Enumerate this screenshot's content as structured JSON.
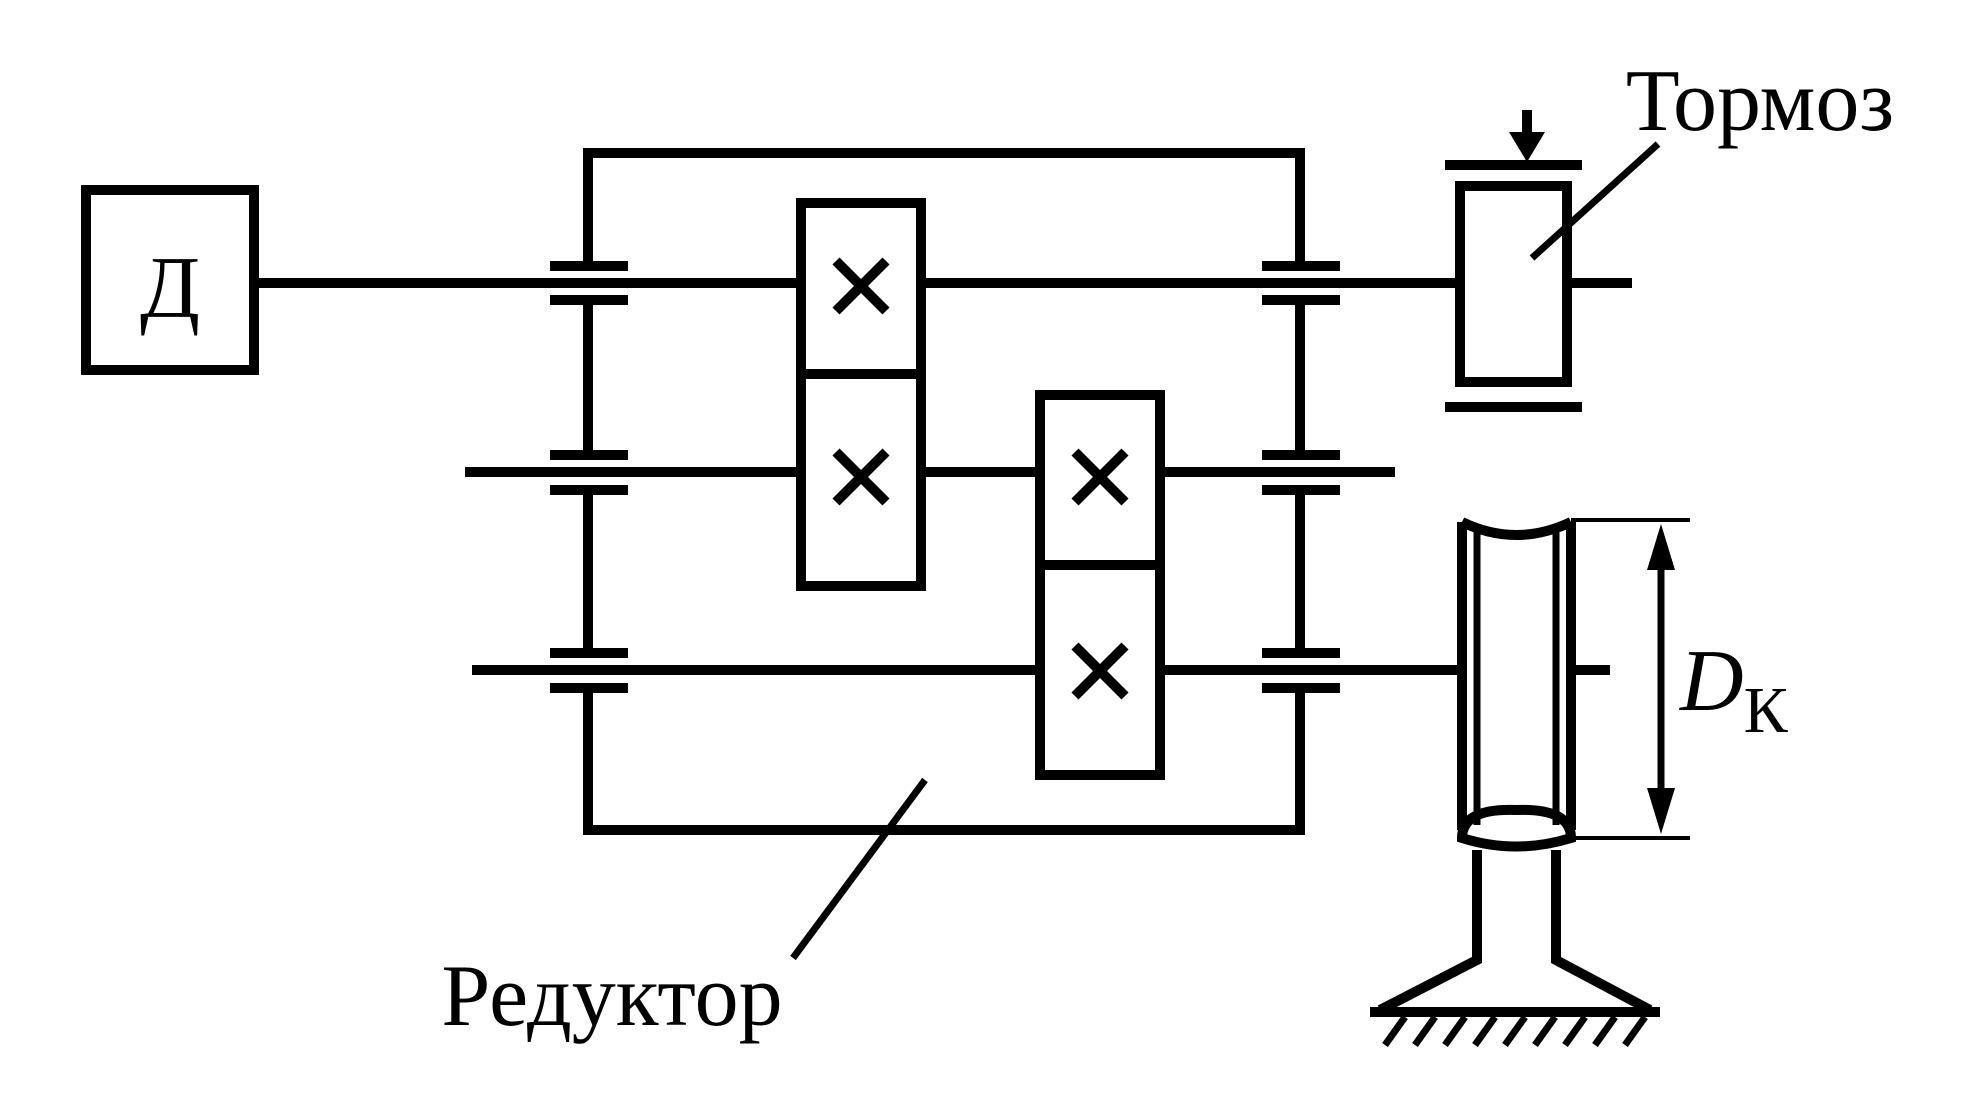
{
  "labels": {
    "motor": "Д",
    "brake": "Тормоз",
    "reducer": "Редуктор",
    "drum_diameter_main": "D",
    "drum_diameter_sub": "К"
  },
  "colors": {
    "stroke": "#000000",
    "background": "#ffffff"
  }
}
